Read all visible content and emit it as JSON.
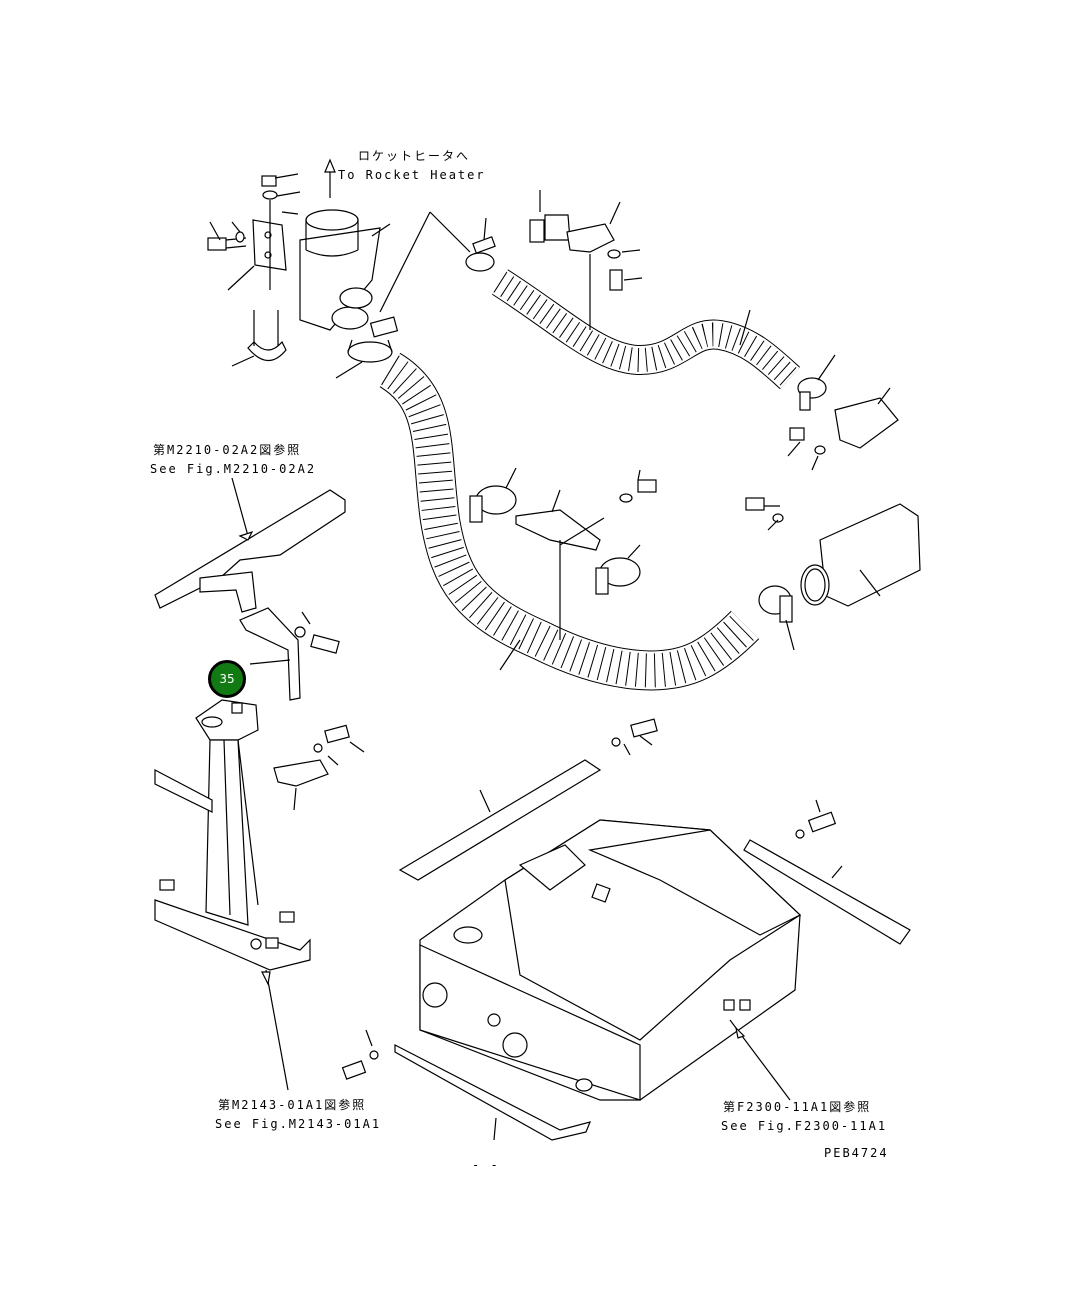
{
  "labels": {
    "rocket_heater_jp": "ロケットヒータへ",
    "rocket_heater_en": "To Rocket Heater",
    "ref_m2210_jp": "第M2210-02A2図参照",
    "ref_m2210_en": "See Fig.M2210-02A2",
    "ref_m2143_jp": "第M2143-01A1図参照",
    "ref_m2143_en": "See Fig.M2143-01A1",
    "ref_f2300_jp": "第F2300-11A1図参照",
    "ref_f2300_en": "See Fig.F2300-11A1",
    "drawing_code": "PEB4724",
    "page_mark": "- -"
  },
  "callouts": [
    {
      "number": "35",
      "color": "#127a12"
    }
  ]
}
